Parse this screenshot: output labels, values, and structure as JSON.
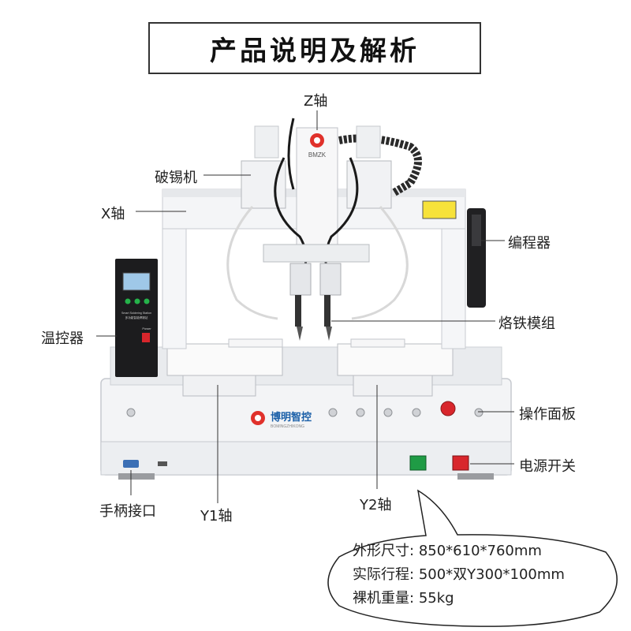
{
  "title": "产品说明及解析",
  "labels": {
    "z_axis": "Z轴",
    "solder_breaker": "破锡机",
    "x_axis": "X轴",
    "programmer": "编程器",
    "temp_controller": "温控器",
    "iron_module": "烙铁模组",
    "operation_panel": "操作面板",
    "power_switch": "电源开关",
    "handle_port": "手柄接口",
    "y1_axis": "Y1轴",
    "y2_axis": "Y2轴"
  },
  "brand": {
    "head_badge": "BMZK",
    "name": "博明智控",
    "pinyin": "BOMINGZHIKONG"
  },
  "controller_text": {
    "line1": "Smart Soldering Station",
    "line2": "多功能智能焊锡站",
    "power": "Power"
  },
  "specs": [
    {
      "key": "外形尺寸:",
      "value": "850*610*760mm"
    },
    {
      "key": "实际行程:",
      "value": "500*双Y300*100mm"
    },
    {
      "key": "裸机重量:",
      "value": "55kg"
    }
  ],
  "colors": {
    "frame": "#f2f3f5",
    "frame_edge": "#c9ccd2",
    "cable": "#1a1a1a",
    "controller": "#1c1c1e",
    "red_switch": "#d8262c",
    "green_switch": "#1f9b45",
    "brand_red": "#e0312b",
    "brand_orange": "#f08a1c"
  }
}
